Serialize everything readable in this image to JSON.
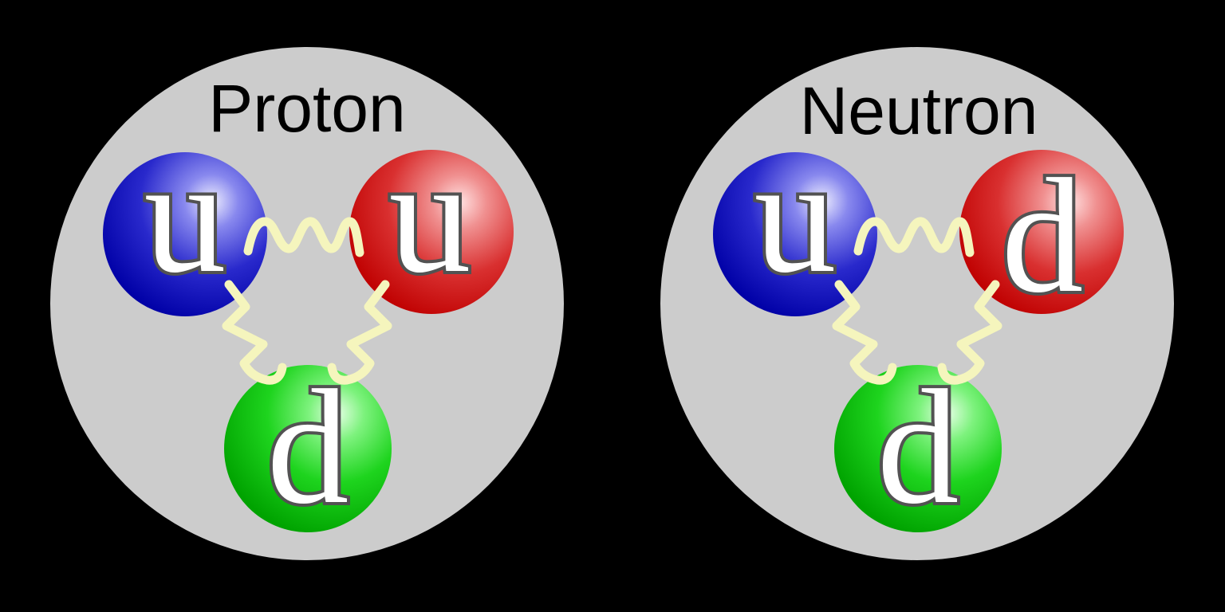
{
  "figure": {
    "description": "Quark composition of the proton and neutron",
    "nucleons": [
      {
        "title": "Proton",
        "quarks": [
          {
            "label": "u",
            "color": "blue"
          },
          {
            "label": "u",
            "color": "red"
          },
          {
            "label": "d",
            "color": "green"
          }
        ]
      },
      {
        "title": "Neutron",
        "quarks": [
          {
            "label": "u",
            "color": "blue"
          },
          {
            "label": "d",
            "color": "red"
          },
          {
            "label": "d",
            "color": "green"
          }
        ]
      }
    ]
  },
  "colors": {
    "background": "#000000",
    "nucleon_fill": "#cccccc",
    "title_text": "#000000",
    "gluon": "#f5f5bd",
    "letter_fill": "#ffffff",
    "letter_outline": "#525252",
    "blue_hi": "#f0f0ff",
    "blue_mid": "#8888ee",
    "blue_deep": "#2929cc",
    "blue_edge": "#0000a6",
    "red_hi": "#ffe2e2",
    "red_mid": "#f09090",
    "red_deep": "#d93030",
    "red_edge": "#bf0000",
    "green_hi": "#e6ffe6",
    "green_mid": "#7df27d",
    "green_deep": "#1ed41e",
    "green_edge": "#00a300"
  }
}
